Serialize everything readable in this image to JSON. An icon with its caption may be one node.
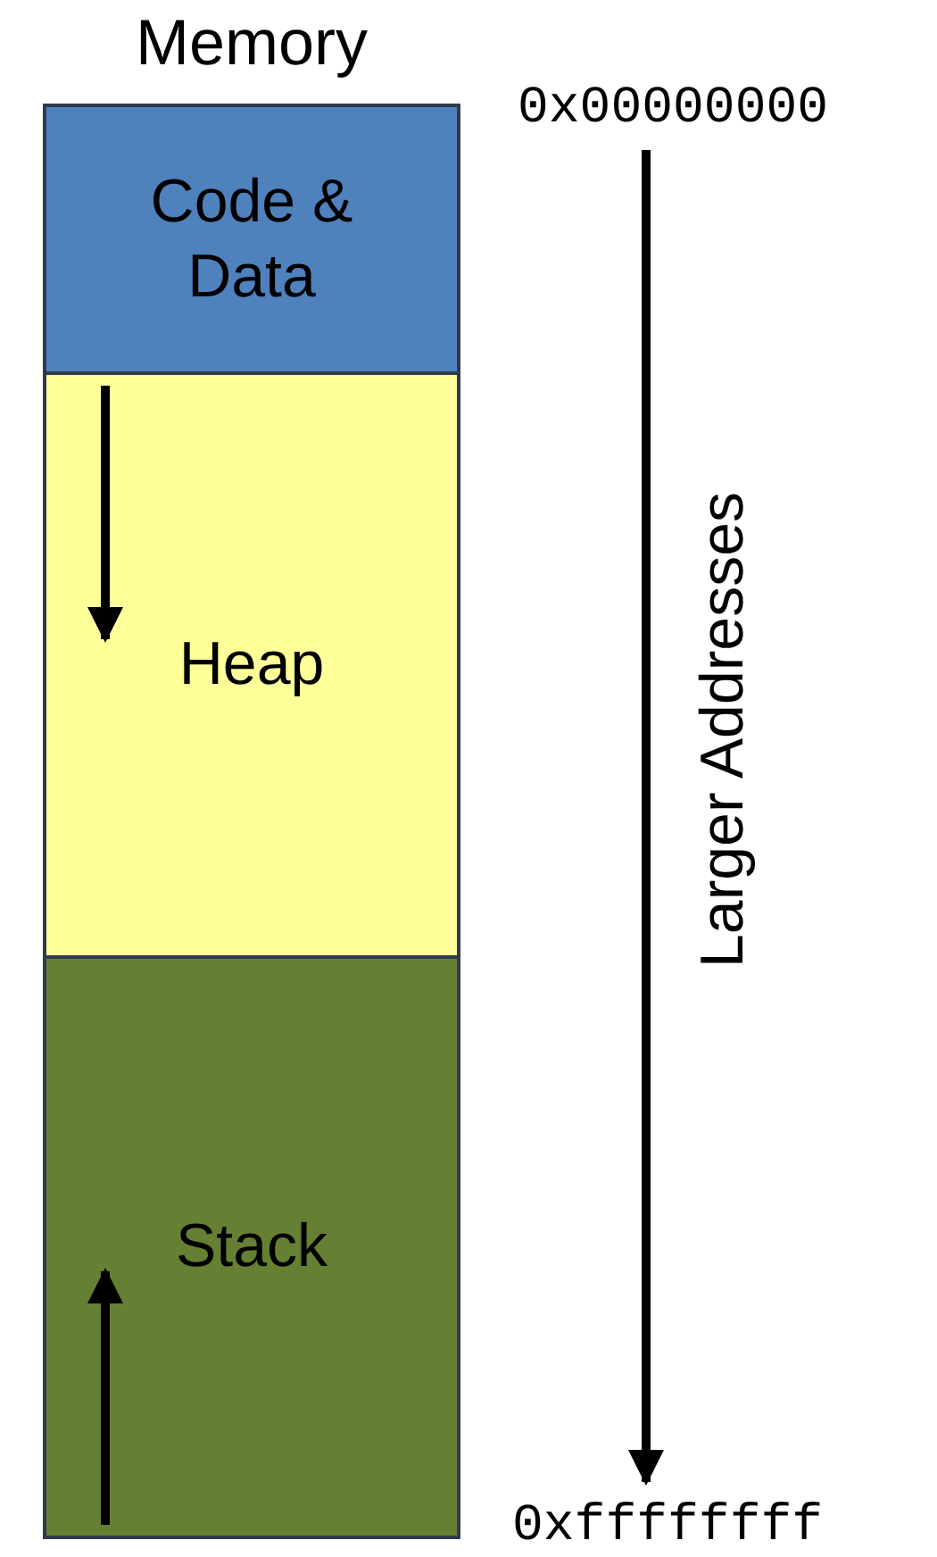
{
  "diagram": {
    "nodes": [
      {
        "text": [
          "Memory"
        ]
      },
      {
        "text": [
          "Code & Data"
        ],
        "in": 0
      },
      {
        "text": [
          "Heap"
        ],
        "in": 0
      },
      {
        "text": [
          "Stack"
        ],
        "in": 0
      },
      {
        "text": [
          "0x00000000"
        ]
      },
      {
        "text": [
          "0xffffffff"
        ]
      }
    ],
    "edges": [
      {
        "from": 4,
        "to": 5,
        "arrow": "to",
        "label": "Larger Addresses"
      }
    ]
  }
}
